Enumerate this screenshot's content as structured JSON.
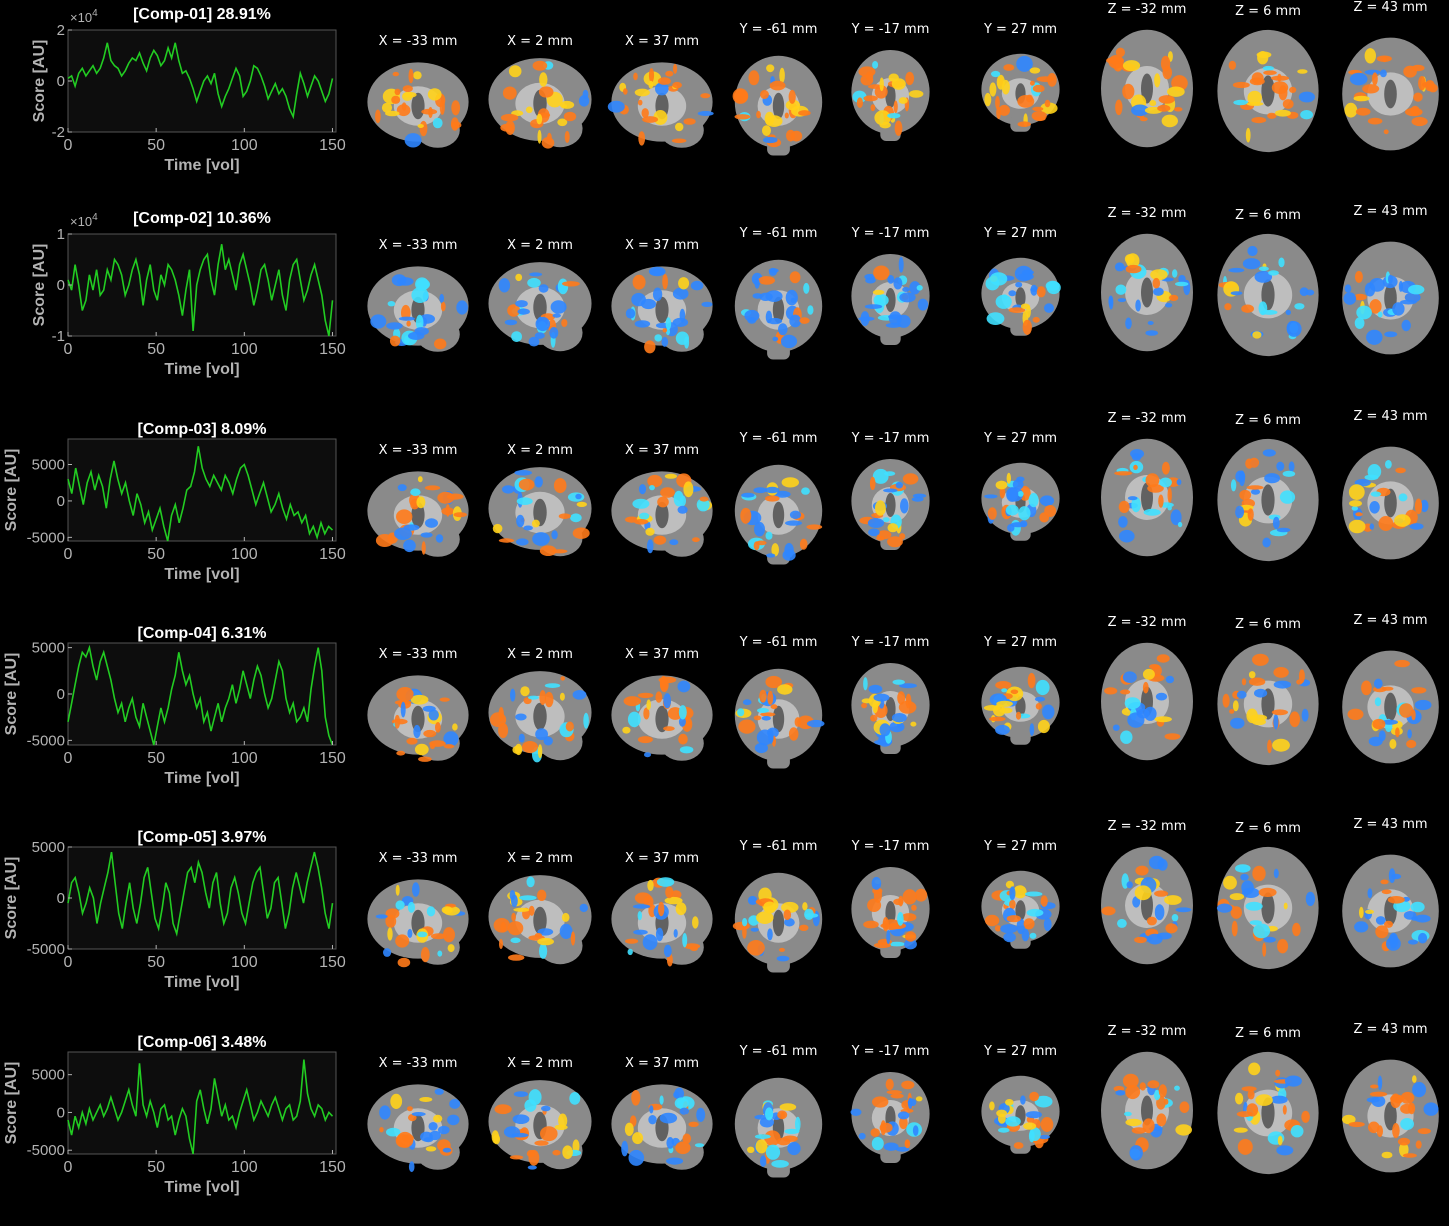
{
  "colors": {
    "background": "#000000",
    "trace": "#22cc22",
    "axis": "#b3b3b3",
    "positive": "#ff7a1a",
    "negative": "#2f86ff"
  },
  "slice_labels": [
    "X = -33 mm",
    "X = 2 mm",
    "X = 37 mm",
    "Y = -61 mm",
    "Y = -17 mm",
    "Y = 27 mm",
    "Z = -32 mm",
    "Z = 6 mm",
    "Z = 43 mm"
  ],
  "chart_data": [
    {
      "type": "line",
      "title": "[Comp-01] 28.91%",
      "xlabel": "Time [vol]",
      "ylabel": "Score [AU]",
      "exponent_label": "×10",
      "exponent": "4",
      "xlim": [
        0,
        152
      ],
      "ylim": [
        -2,
        2
      ],
      "xticks": [
        "0",
        "50",
        "100",
        "150"
      ],
      "yticks": [
        "2",
        "0",
        "-2"
      ],
      "y": [
        0.1,
        0.2,
        -0.2,
        0.3,
        0.5,
        0.2,
        0.4,
        0.6,
        0.3,
        0.5,
        0.9,
        1.5,
        0.8,
        0.6,
        0.5,
        0.2,
        0.4,
        0.7,
        0.9,
        0.8,
        1.1,
        0.7,
        0.4,
        0.9,
        1.2,
        1.0,
        0.6,
        0.8,
        1.3,
        0.9,
        1.5,
        0.8,
        0.3,
        0.4,
        0.1,
        -0.3,
        -0.8,
        -0.4,
        0.0,
        0.2,
        -0.1,
        0.3,
        -0.5,
        -1.0,
        -0.6,
        -0.3,
        0.1,
        0.5,
        0.2,
        -0.6,
        -0.4,
        0.0,
        0.6,
        0.5,
        0.2,
        -0.2,
        -0.7,
        -0.4,
        -0.1,
        -0.5,
        -0.3,
        -0.6,
        -1.1,
        -1.4,
        -0.5,
        0.3,
        -0.1,
        -0.6,
        -0.2,
        0.2,
        0.0,
        -0.4,
        -0.8,
        -0.5,
        0.1
      ]
    },
    {
      "type": "line",
      "title": "[Comp-02] 10.36%",
      "xlabel": "Time [vol]",
      "ylabel": "Score [AU]",
      "exponent_label": "×10",
      "exponent": "4",
      "xlim": [
        0,
        152
      ],
      "ylim": [
        -1,
        1
      ],
      "xticks": [
        "0",
        "50",
        "100",
        "150"
      ],
      "yticks": [
        "1",
        "0",
        "-1"
      ],
      "y": [
        0.1,
        -0.1,
        0.4,
        0.0,
        -0.5,
        -0.3,
        0.2,
        -0.1,
        0.3,
        -0.2,
        -0.1,
        0.3,
        0.1,
        0.5,
        0.4,
        0.2,
        -0.2,
        0.0,
        0.3,
        0.5,
        0.2,
        -0.4,
        0.1,
        0.4,
        -0.1,
        -0.3,
        0.2,
        0.0,
        0.4,
        0.3,
        0.1,
        -0.2,
        -0.6,
        -0.1,
        0.3,
        -0.9,
        0.0,
        0.3,
        0.5,
        0.6,
        0.1,
        -0.2,
        0.4,
        0.8,
        0.3,
        0.5,
        0.2,
        -0.1,
        0.4,
        0.6,
        0.3,
        0.0,
        -0.4,
        -0.1,
        0.3,
        0.4,
        0.1,
        -0.3,
        0.0,
        0.3,
        -0.2,
        -0.5,
        0.1,
        0.4,
        0.5,
        0.1,
        -0.3,
        -0.1,
        0.2,
        0.4,
        0.1,
        -0.2,
        -0.7,
        -1.0,
        -0.3
      ]
    },
    {
      "type": "line",
      "title": "[Comp-03] 8.09%",
      "xlabel": "Time [vol]",
      "ylabel": "Score [AU]",
      "exponent_label": "",
      "exponent": "",
      "xlim": [
        0,
        152
      ],
      "ylim": [
        -5500,
        8500
      ],
      "xticks": [
        "0",
        "50",
        "100",
        "150"
      ],
      "yticks": [
        "5000",
        "0",
        "-5000"
      ],
      "y": [
        3000,
        1000,
        4500,
        2000,
        -500,
        2500,
        4000,
        1500,
        3500,
        2000,
        -1000,
        3000,
        5500,
        3000,
        1000,
        2500,
        0,
        -2000,
        1000,
        -500,
        -3000,
        -1500,
        -4000,
        -2500,
        -1000,
        -3500,
        -5500,
        -2000,
        -500,
        -3000,
        -1000,
        1500,
        2000,
        4000,
        7500,
        4500,
        3000,
        2000,
        3500,
        2500,
        1500,
        3500,
        2500,
        1000,
        3000,
        4500,
        5000,
        3500,
        1500,
        -500,
        1000,
        2500,
        500,
        -1500,
        -500,
        1000,
        -1000,
        -2500,
        -500,
        -2000,
        -1500,
        -3000,
        -2000,
        -4500,
        -3500,
        -5000,
        -3000,
        -4500,
        -3500,
        -4000
      ]
    },
    {
      "type": "line",
      "title": "[Comp-04] 6.31%",
      "xlabel": "Time [vol]",
      "ylabel": "Score [AU]",
      "exponent_label": "",
      "exponent": "",
      "xlim": [
        0,
        152
      ],
      "ylim": [
        -5500,
        5500
      ],
      "xticks": [
        "0",
        "50",
        "100",
        "150"
      ],
      "yticks": [
        "5000",
        "0",
        "-5000"
      ],
      "y": [
        -3000,
        -1000,
        1000,
        3000,
        4500,
        4000,
        5000,
        3000,
        1500,
        3500,
        4500,
        3000,
        1500,
        -500,
        -2000,
        -1000,
        -3000,
        -1500,
        -500,
        -2500,
        -3500,
        -1000,
        -2500,
        -4000,
        -5500,
        -3500,
        -1500,
        -3000,
        -1500,
        500,
        2000,
        4500,
        2500,
        1000,
        2000,
        0,
        -1500,
        -500,
        -3000,
        -2000,
        -4000,
        -2500,
        -1000,
        -3000,
        -1500,
        -500,
        1000,
        -1000,
        500,
        2500,
        1000,
        -500,
        1500,
        3000,
        2000,
        0,
        -1500,
        -500,
        1500,
        3500,
        2500,
        -500,
        -2000,
        -1000,
        -3000,
        -2500,
        -1500,
        -3000,
        500,
        3000,
        5000,
        2500,
        -2500,
        -4500,
        -5500
      ]
    },
    {
      "type": "line",
      "title": "[Comp-05] 3.97%",
      "xlabel": "Time [vol]",
      "ylabel": "Score [AU]",
      "exponent_label": "",
      "exponent": "",
      "xlim": [
        0,
        152
      ],
      "ylim": [
        -5000,
        5000
      ],
      "xticks": [
        "0",
        "50",
        "100",
        "150"
      ],
      "yticks": [
        "5000",
        "0",
        "-5000"
      ],
      "y": [
        -500,
        1500,
        2000,
        500,
        -1500,
        -500,
        1000,
        0,
        -2500,
        -500,
        1000,
        2500,
        4500,
        1500,
        -1500,
        -3000,
        -500,
        1500,
        -1000,
        -2500,
        -500,
        2000,
        3000,
        500,
        -2000,
        -3000,
        -1000,
        1500,
        500,
        -2500,
        -3500,
        -1500,
        500,
        2500,
        3000,
        1500,
        3500,
        2500,
        500,
        -1000,
        1500,
        2500,
        -500,
        -2500,
        -1500,
        1000,
        2000,
        500,
        -1500,
        -2500,
        -500,
        1500,
        2500,
        3000,
        500,
        -2000,
        -1000,
        1500,
        2000,
        -500,
        -3000,
        -1500,
        1000,
        2500,
        1000,
        -500,
        1500,
        3000,
        4500,
        3000,
        1000,
        -1500,
        -3000,
        -500
      ]
    },
    {
      "type": "line",
      "title": "[Comp-06] 3.48%",
      "xlabel": "Time [vol]",
      "ylabel": "Score [AU]",
      "exponent_label": "",
      "exponent": "",
      "xlim": [
        0,
        152
      ],
      "ylim": [
        -5500,
        8000
      ],
      "xticks": [
        "0",
        "50",
        "100",
        "150"
      ],
      "yticks": [
        "5000",
        "0",
        "-5000"
      ],
      "y": [
        -1000,
        -3000,
        -500,
        -2000,
        0,
        -1500,
        500,
        -1000,
        0,
        1000,
        -500,
        500,
        2000,
        500,
        -1000,
        0,
        1500,
        3000,
        1000,
        -500,
        6500,
        1000,
        -500,
        1500,
        0,
        -2000,
        500,
        1000,
        -1000,
        -500,
        -3000,
        -1000,
        500,
        -500,
        -3500,
        -5500,
        1500,
        3000,
        500,
        -1500,
        500,
        4500,
        2000,
        -500,
        1000,
        -1000,
        -500,
        -2000,
        0,
        1500,
        3000,
        1000,
        -1000,
        0,
        1500,
        500,
        -500,
        1000,
        2000,
        500,
        -1000,
        500,
        1000,
        -1000,
        -500,
        1500,
        7000,
        2500,
        500,
        -500,
        1000,
        500,
        -1000,
        0,
        -500
      ]
    }
  ]
}
